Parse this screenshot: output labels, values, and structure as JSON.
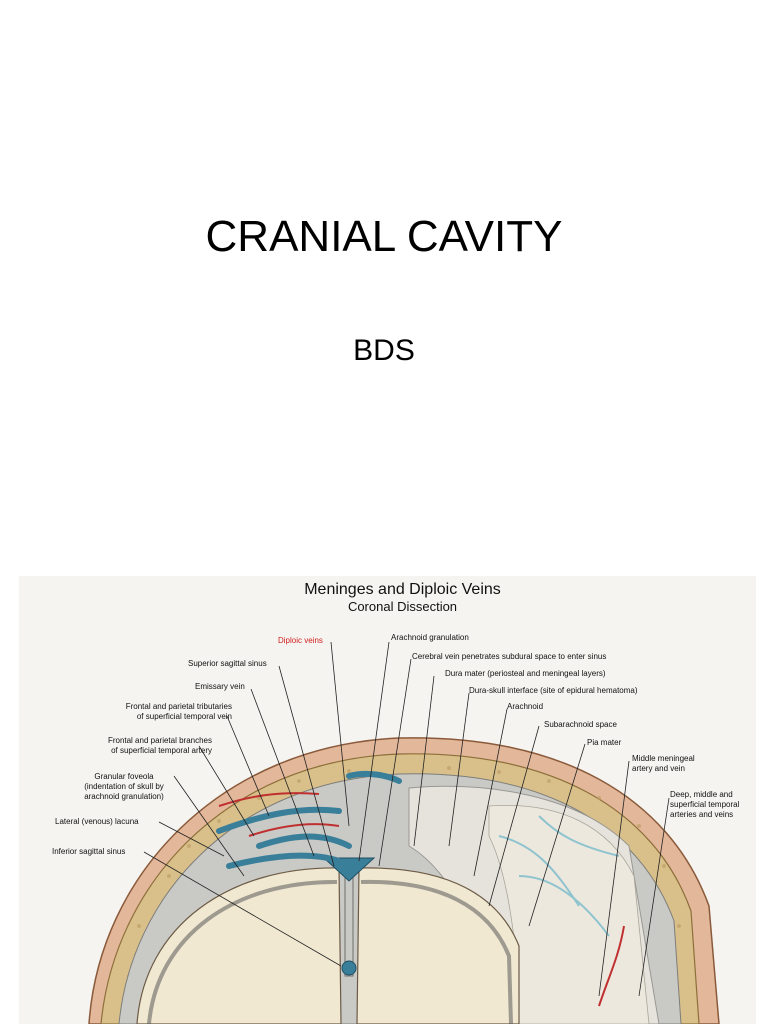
{
  "slide": {
    "title": "CRANIAL CAVITY",
    "subtitle": "BDS"
  },
  "figure": {
    "title": "Meninges and Diploic Veins",
    "subtitle": "Coronal Dissection",
    "labels": {
      "diploic_veins": "Diploic veins",
      "arachnoid_granulation": "Arachnoid granulation",
      "superior_sagittal_sinus": "Superior sagittal sinus",
      "cerebral_vein": "Cerebral vein penetrates subdural space to enter sinus",
      "dura_mater": "Dura mater (periosteal and meningeal layers)",
      "emissary_vein": "Emissary vein",
      "dura_skull_interface": "Dura-skull interface (site of epidural hematoma)",
      "frontal_parietal_tributaries_1": "Frontal and parietal tributaries",
      "frontal_parietal_tributaries_2": "of superficial temporal vein",
      "arachnoid": "Arachnoid",
      "subarachnoid_space": "Subarachnoid space",
      "frontal_parietal_branches_1": "Frontal and parietal branches",
      "frontal_parietal_branches_2": "of superficial temporal artery",
      "pia_mater": "Pia mater",
      "middle_meningeal_1": "Middle meningeal",
      "middle_meningeal_2": "artery and vein",
      "granular_foveola_1": "Granular foveola",
      "granular_foveola_2": "(indentation of skull by",
      "granular_foveola_3": "arachnoid granulation)",
      "deep_temporal_1": "Deep, middle and",
      "deep_temporal_2": "superficial temporal",
      "deep_temporal_3": "arteries and veins",
      "lateral_lacuna": "Lateral (venous) lacuna",
      "inferior_sagittal_sinus": "Inferior sagittal sinus"
    }
  },
  "colors": {
    "background": "#ffffff",
    "figure_background": "#f5f4f0",
    "label_red": "#d02020",
    "vein_blue": "#3a7f9a",
    "bone": "#d9c08a",
    "brain": "#f1e8d2",
    "artery_red": "#c03030"
  }
}
